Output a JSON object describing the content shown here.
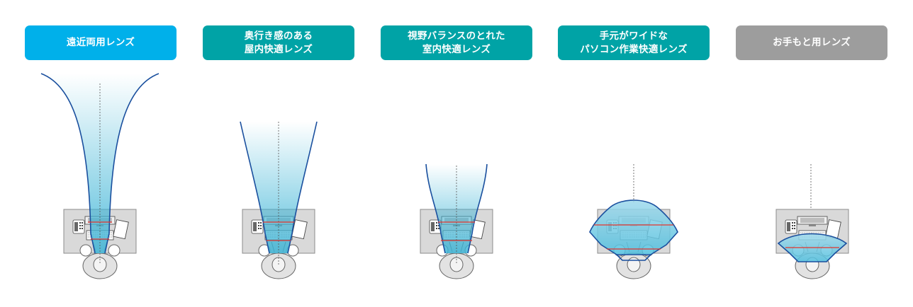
{
  "lens_types": [
    {
      "id": "bifocal",
      "lines": [
        "遠近両用レンズ"
      ],
      "color": "#00b0ea"
    },
    {
      "id": "depth-indoor",
      "lines": [
        "奥行き感のある",
        "屋内快適レンズ"
      ],
      "color": "#00a3a6"
    },
    {
      "id": "balanced-indoor",
      "lines": [
        "視野バランスのとれた",
        "室内快適レンズ"
      ],
      "color": "#00a3a6"
    },
    {
      "id": "wide-pc",
      "lines": [
        "手元がワイドな",
        "パソコン作業快適レンズ"
      ],
      "color": "#00a3a6"
    },
    {
      "id": "near",
      "lines": [
        "お手もと用レンズ"
      ],
      "color": "#9d9d9d"
    }
  ],
  "colors": {
    "field_edge": "#1a4f9e",
    "field_fill": "#3cb4d6",
    "desk": "#d9d9d9",
    "desk_edge": "#8c8c8c",
    "accent_line": "#e4342c"
  },
  "icons": [
    "desk-icon",
    "phone-icon",
    "monitor-icon",
    "keyboard-icon",
    "document-icon",
    "person-icon"
  ]
}
